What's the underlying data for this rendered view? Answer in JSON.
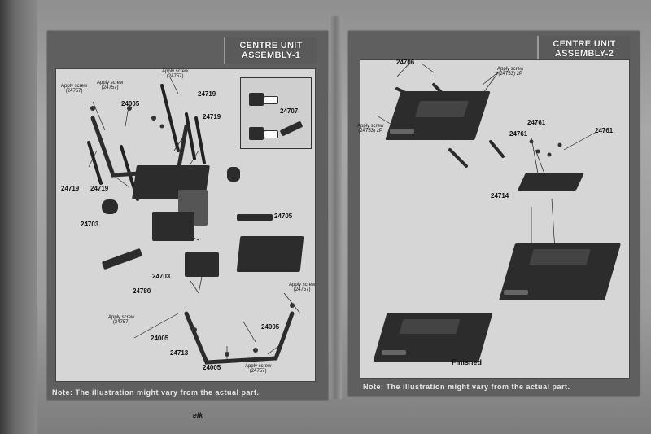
{
  "page1": {
    "title_line1": "CENTRE UNIT",
    "title_line2": "ASSEMBLY-1",
    "note": "Note: The illustration might vary from the actual part.",
    "labels": {
      "apply_screw_a": "Apply screw",
      "apply_screw_a_code": "(24757)",
      "apply_screw_b": "Apply screw",
      "apply_screw_b_code": "(24757)",
      "apply_screw_c": "Apply screw",
      "apply_screw_c_code": "(24757)",
      "apply_screw_d": "Apply screw",
      "apply_screw_d_code": "(24757)",
      "apply_screw_e": "Apply screw",
      "apply_screw_e_code": "(24757)",
      "apply_screw_f": "Apply screw",
      "apply_screw_f_code": "(24757)",
      "p24005_a": "24005",
      "p24005_b": "24005",
      "p24005_c": "24005",
      "p24005_d": "24005",
      "p24719_a": "24719",
      "p24719_b": "24719",
      "p24719_c": "24719",
      "p24719_d": "24719",
      "p24707": "24707",
      "p24703_a": "24703",
      "p24703_b": "24703",
      "p24705": "24705",
      "p24780": "24780",
      "p24713": "24713"
    }
  },
  "page2": {
    "title_line1": "CENTRE UNIT",
    "title_line2": "ASSEMBLY-2",
    "note": "Note: The illustration might vary from the actual part.",
    "labels": {
      "p24706": "24706",
      "apply_screw": "Apply screw",
      "apply_screw_code_a": "(24753) 2P",
      "apply_screw_2": "Apply screw",
      "apply_screw_code_b": "(24753) 2P",
      "p24761_a": "24761",
      "p24761_b": "24761",
      "p24761_c": "24761",
      "p24714": "24714",
      "finished": "Finished"
    }
  },
  "footer_logo": "elk"
}
